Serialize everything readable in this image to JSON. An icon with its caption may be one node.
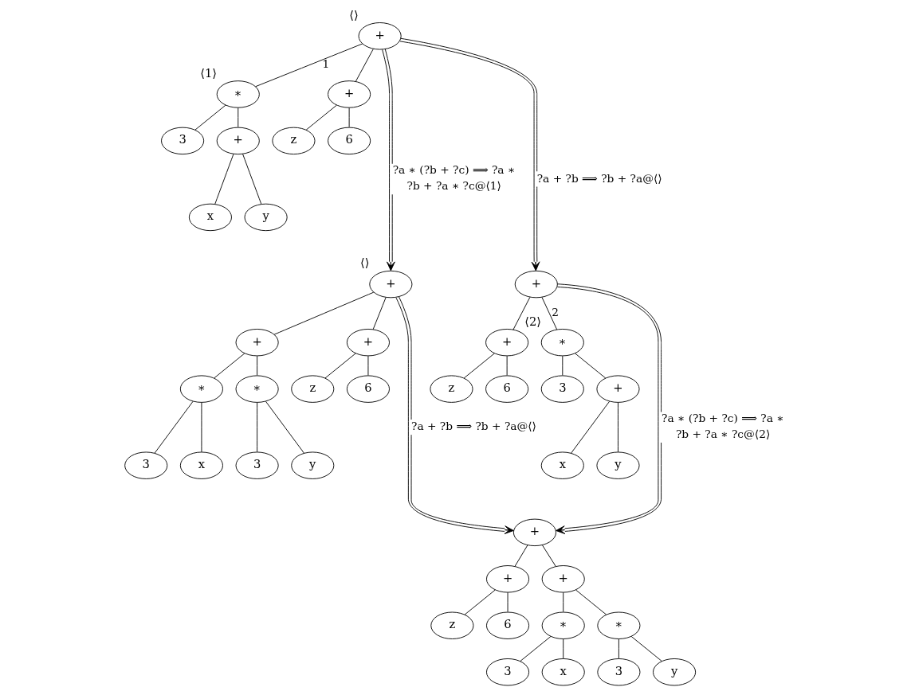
{
  "diagram": {
    "nodes": [
      {
        "text": [
          "+"
        ],
        "beside": [
          "⟨⟩"
        ]
      },
      {
        "text": [
          "∗"
        ],
        "beside": [
          "⟨1⟩"
        ]
      },
      {
        "text": [
          "+"
        ]
      },
      {
        "text": [
          "3"
        ]
      },
      {
        "text": [
          "+"
        ]
      },
      {
        "text": [
          "z"
        ]
      },
      {
        "text": [
          "6"
        ]
      },
      {
        "text": [
          "x"
        ]
      },
      {
        "text": [
          "y"
        ]
      },
      {
        "text": [
          "+"
        ],
        "beside": [
          "⟨⟩"
        ]
      },
      {
        "text": [
          "+"
        ]
      },
      {
        "text": [
          "+"
        ]
      },
      {
        "text": [
          "∗"
        ]
      },
      {
        "text": [
          "∗"
        ]
      },
      {
        "text": [
          "z"
        ]
      },
      {
        "text": [
          "6"
        ]
      },
      {
        "text": [
          "3"
        ]
      },
      {
        "text": [
          "x"
        ]
      },
      {
        "text": [
          "3"
        ]
      },
      {
        "text": [
          "y"
        ]
      },
      {
        "text": [
          "+"
        ]
      },
      {
        "text": [
          "+"
        ]
      },
      {
        "text": [
          "∗"
        ],
        "beside": [
          "⟨2⟩"
        ]
      },
      {
        "text": [
          "z"
        ]
      },
      {
        "text": [
          "6"
        ]
      },
      {
        "text": [
          "3"
        ]
      },
      {
        "text": [
          "+"
        ]
      },
      {
        "text": [
          "x"
        ]
      },
      {
        "text": [
          "y"
        ]
      },
      {
        "text": [
          "+"
        ]
      },
      {
        "text": [
          "+"
        ]
      },
      {
        "text": [
          "+"
        ]
      },
      {
        "text": [
          "z"
        ]
      },
      {
        "text": [
          "6"
        ]
      },
      {
        "text": [
          "∗"
        ]
      },
      {
        "text": [
          "∗"
        ]
      },
      {
        "text": [
          "3"
        ]
      },
      {
        "text": [
          "x"
        ]
      },
      {
        "text": [
          "3"
        ]
      },
      {
        "text": [
          "y"
        ]
      }
    ],
    "edges": [
      {
        "from": 0,
        "to": 1,
        "arrow": "none",
        "label": "1"
      },
      {
        "from": 0,
        "to": 2,
        "arrow": "none"
      },
      {
        "from": 1,
        "to": 3,
        "arrow": "none"
      },
      {
        "from": 1,
        "to": 4,
        "arrow": "none"
      },
      {
        "from": 2,
        "to": 5,
        "arrow": "none"
      },
      {
        "from": 2,
        "to": 6,
        "arrow": "none"
      },
      {
        "from": 4,
        "to": 7,
        "arrow": "none"
      },
      {
        "from": 4,
        "to": 8,
        "arrow": "none"
      },
      {
        "from": 9,
        "to": 10,
        "arrow": "none"
      },
      {
        "from": 9,
        "to": 11,
        "arrow": "none"
      },
      {
        "from": 10,
        "to": 12,
        "arrow": "none"
      },
      {
        "from": 10,
        "to": 13,
        "arrow": "none"
      },
      {
        "from": 11,
        "to": 14,
        "arrow": "none"
      },
      {
        "from": 11,
        "to": 15,
        "arrow": "none"
      },
      {
        "from": 12,
        "to": 16,
        "arrow": "none"
      },
      {
        "from": 12,
        "to": 17,
        "arrow": "none"
      },
      {
        "from": 13,
        "to": 18,
        "arrow": "none"
      },
      {
        "from": 13,
        "to": 19,
        "arrow": "none"
      },
      {
        "from": 20,
        "to": 21,
        "arrow": "none"
      },
      {
        "from": 20,
        "to": 22,
        "arrow": "none",
        "label": "2"
      },
      {
        "from": 21,
        "to": 23,
        "arrow": "none"
      },
      {
        "from": 21,
        "to": 24,
        "arrow": "none"
      },
      {
        "from": 22,
        "to": 25,
        "arrow": "none"
      },
      {
        "from": 22,
        "to": 26,
        "arrow": "none"
      },
      {
        "from": 26,
        "to": 27,
        "arrow": "none"
      },
      {
        "from": 26,
        "to": 28,
        "arrow": "none"
      },
      {
        "from": 29,
        "to": 30,
        "arrow": "none"
      },
      {
        "from": 29,
        "to": 31,
        "arrow": "none"
      },
      {
        "from": 30,
        "to": 32,
        "arrow": "none"
      },
      {
        "from": 30,
        "to": 33,
        "arrow": "none"
      },
      {
        "from": 31,
        "to": 34,
        "arrow": "none"
      },
      {
        "from": 31,
        "to": 35,
        "arrow": "none"
      },
      {
        "from": 34,
        "to": 36,
        "arrow": "none"
      },
      {
        "from": 34,
        "to": 37,
        "arrow": "none"
      },
      {
        "from": 35,
        "to": 38,
        "arrow": "none"
      },
      {
        "from": 35,
        "to": 39,
        "arrow": "none"
      },
      {
        "from": 0,
        "to": 9,
        "arrow": "to",
        "label": "?a ∗ (?b + ?c) ⟹ ?a ∗ ?b + ?a ∗ ?c@⟨1⟩"
      },
      {
        "from": 0,
        "to": 20,
        "arrow": "to",
        "label": "?a + ?b ⟹ ?b + ?a@⟨⟩"
      },
      {
        "from": 9,
        "to": 29,
        "arrow": "to",
        "label": "?a + ?b ⟹ ?b + ?a@⟨⟩"
      },
      {
        "from": 20,
        "to": 29,
        "arrow": "to",
        "label": "?a ∗ (?b + ?c) ⟹ ?a ∗ ?b + ?a ∗ ?c@⟨2⟩"
      }
    ]
  }
}
